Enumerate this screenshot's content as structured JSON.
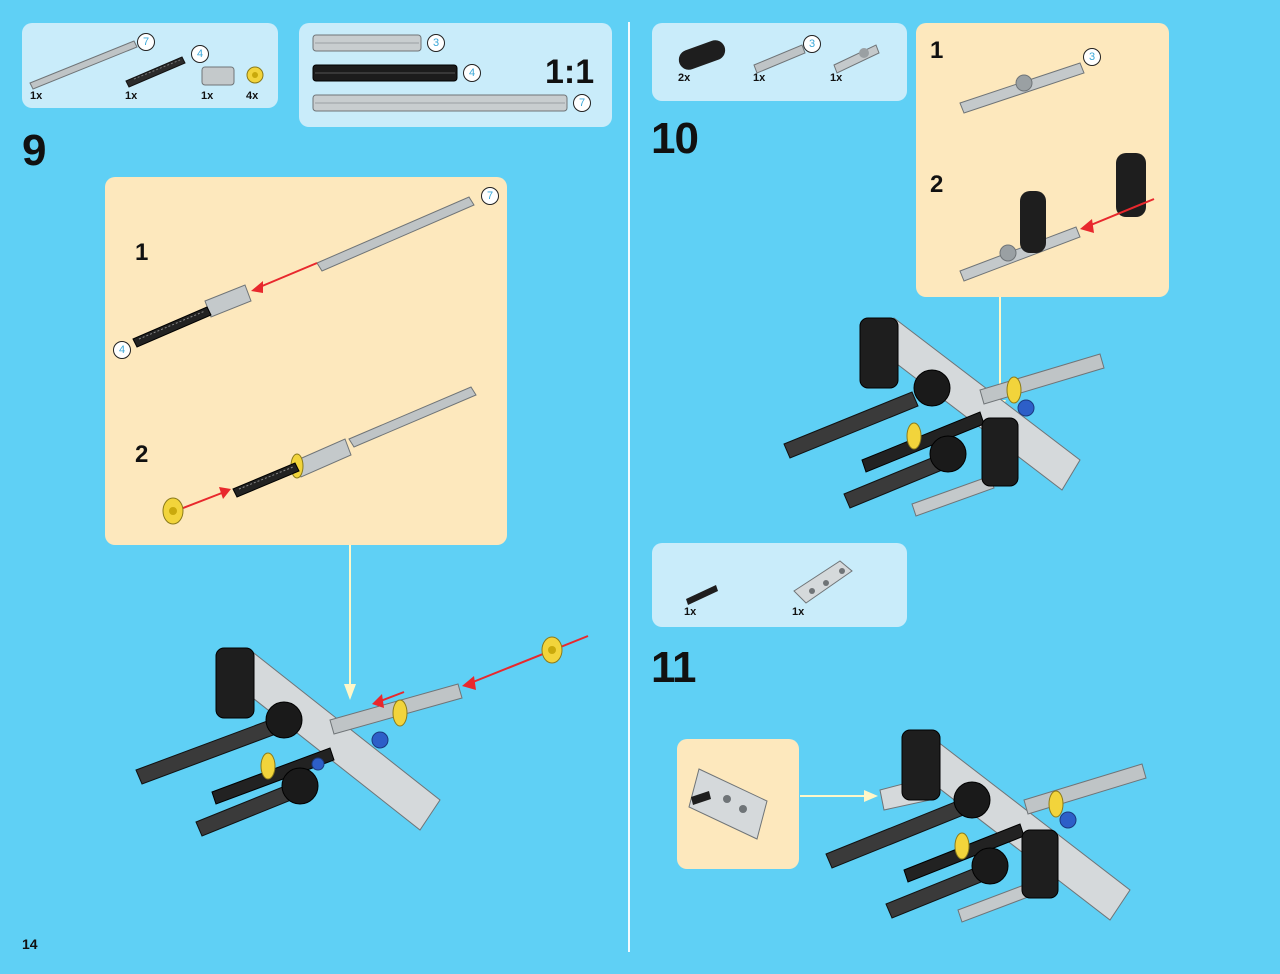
{
  "page_number": "14",
  "scale_label": "1:1",
  "steps": {
    "s9": "9",
    "s10": "10",
    "s11": "11"
  },
  "substeps": {
    "one": "1",
    "two": "2"
  },
  "parts_9": [
    {
      "qty": "1x",
      "callout": "7",
      "icon": "axle-7-icon"
    },
    {
      "qty": "1x",
      "callout": "4",
      "icon": "threaded-axle-icon"
    },
    {
      "qty": "1x",
      "icon": "axle-connector-icon"
    },
    {
      "qty": "4x",
      "icon": "bush-yellow-icon"
    }
  ],
  "ruler": {
    "r3": "3",
    "r4": "4",
    "r7": "7"
  },
  "parts_10": [
    {
      "qty": "2x",
      "icon": "liftarm-black-icon"
    },
    {
      "qty": "1x",
      "callout": "3",
      "icon": "axle-3-icon"
    },
    {
      "qty": "1x",
      "icon": "axle-pin-icon"
    }
  ],
  "parts_11": [
    {
      "qty": "1x",
      "icon": "pin-black-icon"
    },
    {
      "qty": "1x",
      "icon": "bent-liftarm-icon"
    }
  ],
  "callouts": {
    "c7_step9": "7",
    "c4_step9": "4",
    "c3_step10": "3"
  },
  "colors": {
    "background": "#5fd0f5",
    "parts_panel": "#c9ecfa",
    "callout_panel": "#fde8bd",
    "arrow": "#e8282d",
    "guide_line": "#fff7c8"
  }
}
